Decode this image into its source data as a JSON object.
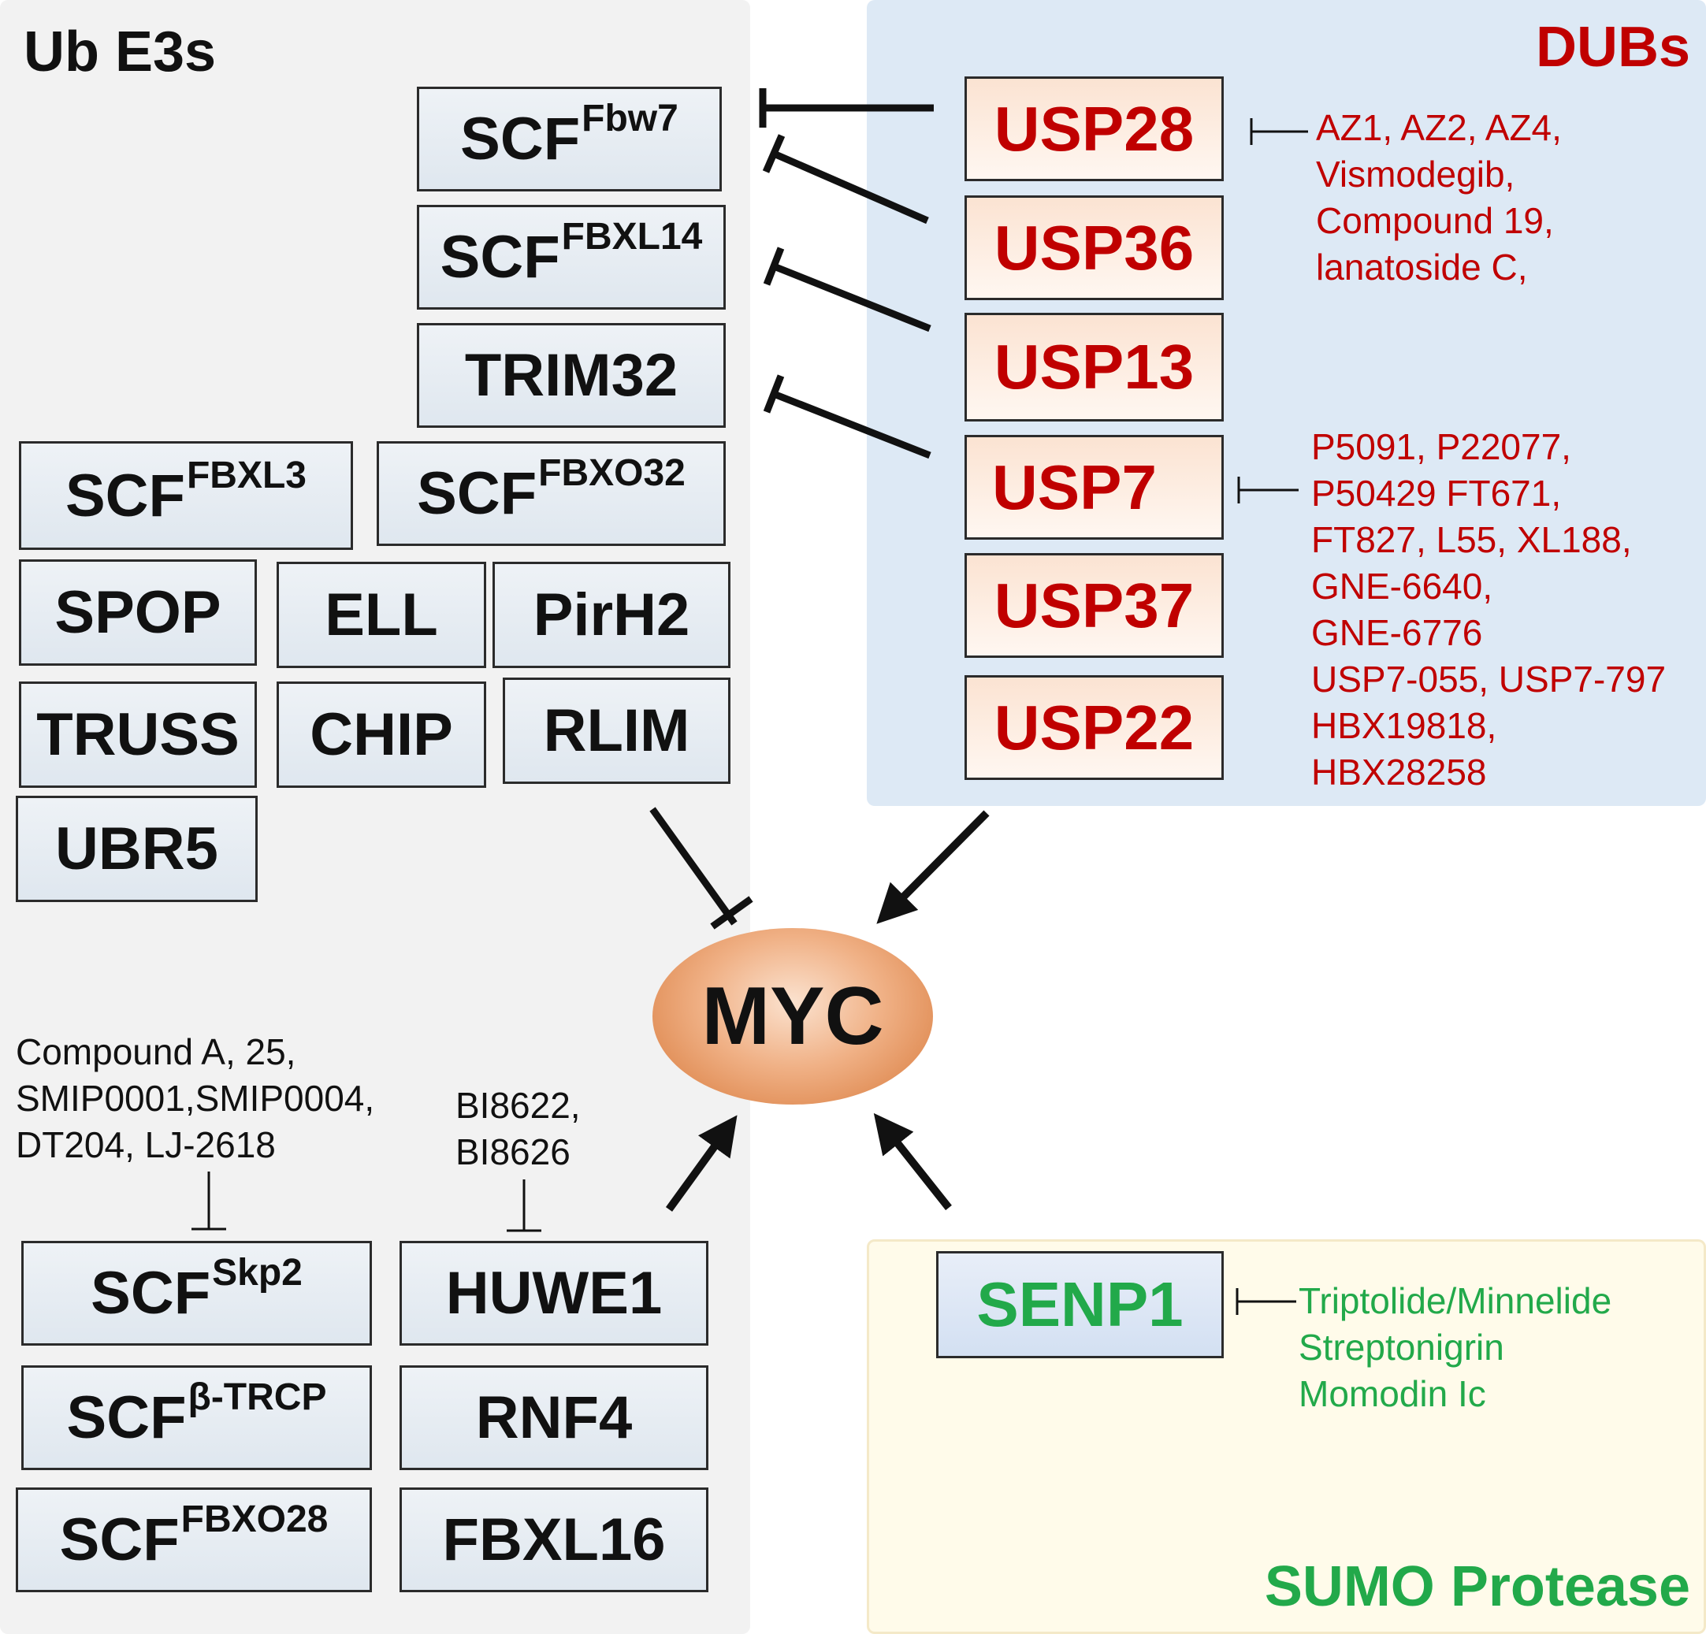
{
  "ub_e3s": {
    "title": "Ub E3s",
    "fbw7": {
      "base": "SCF",
      "sup": "Fbw7"
    },
    "fbxl14": {
      "base": "SCF",
      "sup": "FBXL14"
    },
    "trim32": "TRIM32",
    "fbxl3": {
      "base": "SCF",
      "sup": "FBXL3"
    },
    "fbxo32": {
      "base": "SCF",
      "sup": "FBXO32"
    },
    "spop": "SPOP",
    "ell": "ELL",
    "pirh2": "PirH2",
    "truss": "TRUSS",
    "chip": "CHIP",
    "rlim": "RLIM",
    "ubr5": "UBR5",
    "skp2": {
      "base": "SCF",
      "sup": "Skp2"
    },
    "btrcp": {
      "base": "SCF",
      "sup": "β-TRCP"
    },
    "fbxo28": {
      "base": "SCF",
      "sup": "FBXO28"
    },
    "huwe1": "HUWE1",
    "rnf4": "RNF4",
    "fbxl16": "FBXL16",
    "skp2_inhibitors": [
      "Compound A, 25,",
      "SMIP0001,SMIP0004,",
      "DT204, LJ-2618"
    ],
    "huwe1_inhibitors": [
      "BI8622,",
      "BI8626"
    ]
  },
  "dubs": {
    "title": "DUBs",
    "usp28": "USP28",
    "usp36": "USP36",
    "usp13": "USP13",
    "usp7": "USP7",
    "usp37": "USP37",
    "usp22": "USP22",
    "usp28_inhibitors": [
      "AZ1, AZ2, AZ4,",
      "Vismodegib,",
      "Compound 19,",
      "lanatoside C,"
    ],
    "usp7_inhibitors": [
      "P5091, P22077,",
      "P50429 FT671,",
      "FT827, L55, XL188,",
      "GNE-6640,",
      "GNE-6776",
      "USP7-055, USP7-797",
      "HBX19818,",
      "HBX28258"
    ]
  },
  "center": {
    "label": "MYC"
  },
  "sumo": {
    "title": "SUMO Protease",
    "senp1": "SENP1",
    "senp1_inhibitors": [
      "Triptolide/Minnelide",
      "Streptonigrin",
      "Momodin Ic"
    ]
  },
  "colors": {
    "dub_red": "#c00000",
    "sumo_green": "#22a94a",
    "myc_orange": "#e08a4a",
    "e3_panel": "#f2f2f2",
    "dub_panel": "#dde9f5",
    "sumo_panel": "#fffbea"
  }
}
